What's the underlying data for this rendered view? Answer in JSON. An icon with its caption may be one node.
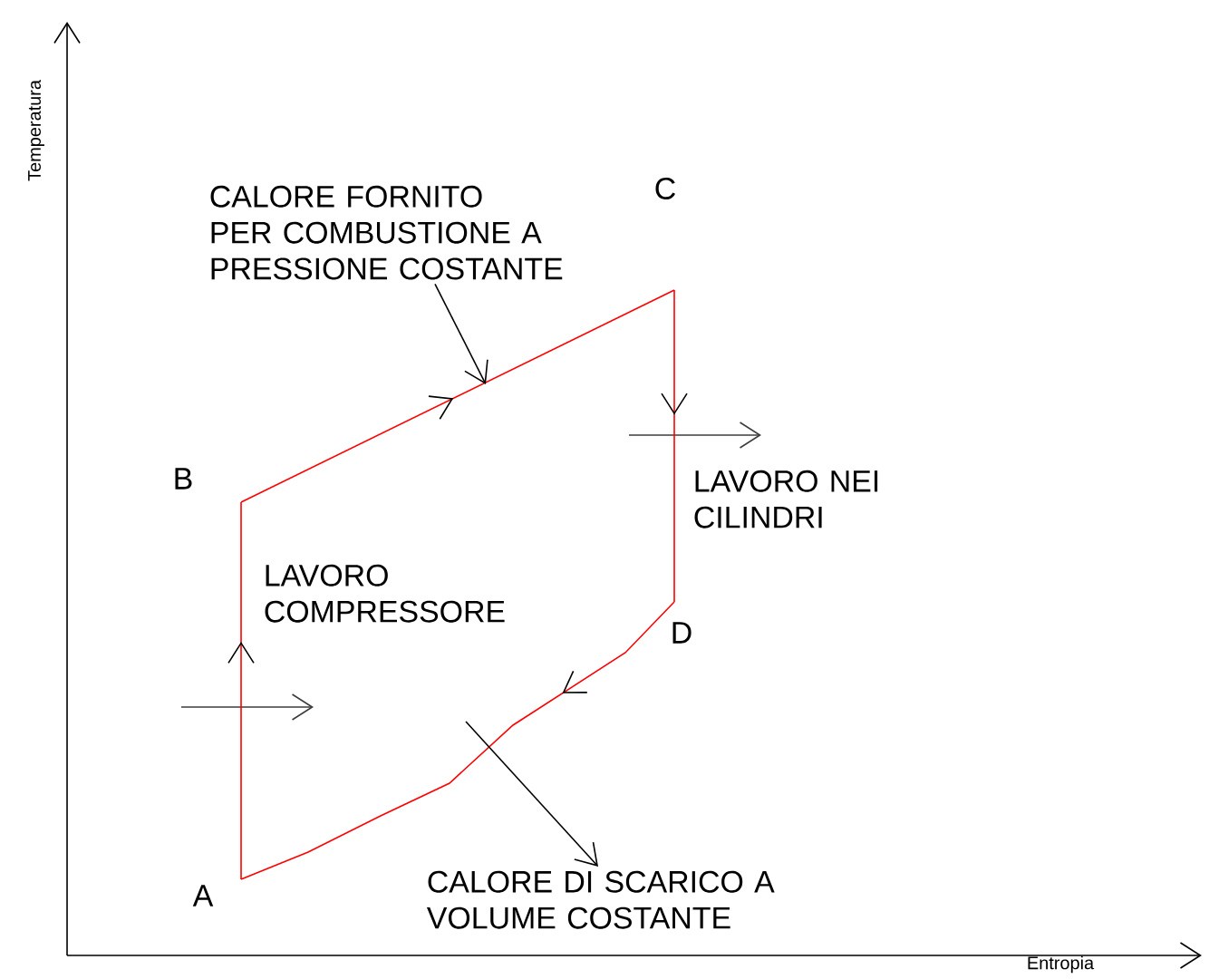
{
  "diagram": {
    "nodes": [
      {
        "text": [
          "A"
        ]
      },
      {
        "text": [
          "B"
        ]
      },
      {
        "text": [
          "C"
        ]
      },
      {
        "text": [
          "D"
        ]
      },
      {
        "text": [
          "CALORE FORNITO PER COMBUSTIONE A PRESSIONE COSTANTE"
        ]
      },
      {
        "text": [
          "CALORE DI SCARICO A VOLUME COSTANTE"
        ]
      }
    ],
    "edges": [
      {
        "from": 0,
        "to": 1,
        "arrow": "to"
      },
      {
        "from": 1,
        "to": 2,
        "arrow": "to"
      },
      {
        "from": 2,
        "to": 3,
        "arrow": "to"
      },
      {
        "from": 3,
        "to": 0,
        "arrow": "to"
      },
      {
        "from": 4,
        "to": null,
        "arrow": "to",
        "color": "#000000"
      },
      {
        "from": null,
        "to": 5,
        "arrow": "to",
        "color": "#000000"
      }
    ],
    "labels": [
      "Temperatura",
      "LAVORO NEI CILINDRI",
      "LAVORO COMPRESSORE",
      "Entropia"
    ]
  }
}
